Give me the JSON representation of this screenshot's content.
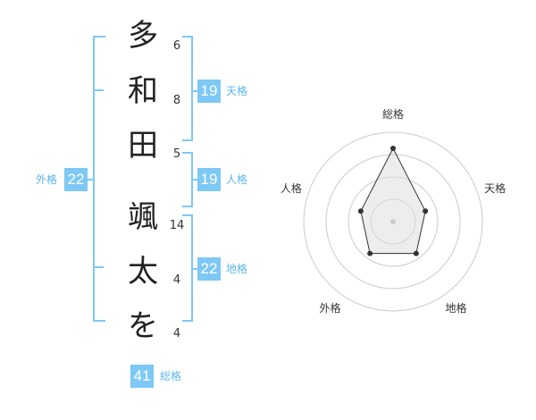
{
  "name": {
    "characters": [
      {
        "char": "多",
        "strokes": "6"
      },
      {
        "char": "和",
        "strokes": "8"
      },
      {
        "char": "田",
        "strokes": "5"
      },
      {
        "char": "颯",
        "strokes": "14"
      },
      {
        "char": "太",
        "strokes": "4"
      },
      {
        "char": "を",
        "strokes": "4"
      }
    ]
  },
  "scores": {
    "tenkaku": {
      "value": "19",
      "label": "天格"
    },
    "jinkaku": {
      "value": "19",
      "label": "人格"
    },
    "chikaku": {
      "value": "22",
      "label": "地格"
    },
    "gaikaku": {
      "value": "22",
      "label": "外格"
    },
    "soukaku": {
      "value": "41",
      "label": "総格"
    }
  },
  "colors": {
    "accent": "#7ec8f5",
    "label": "#5fb6ea",
    "text": "#333333"
  },
  "chart_data": {
    "type": "radar",
    "axes": [
      "総格",
      "天格",
      "地格",
      "外格",
      "人格"
    ],
    "values": [
      41,
      19,
      22,
      22,
      19
    ],
    "rings": 4,
    "grid": true
  }
}
